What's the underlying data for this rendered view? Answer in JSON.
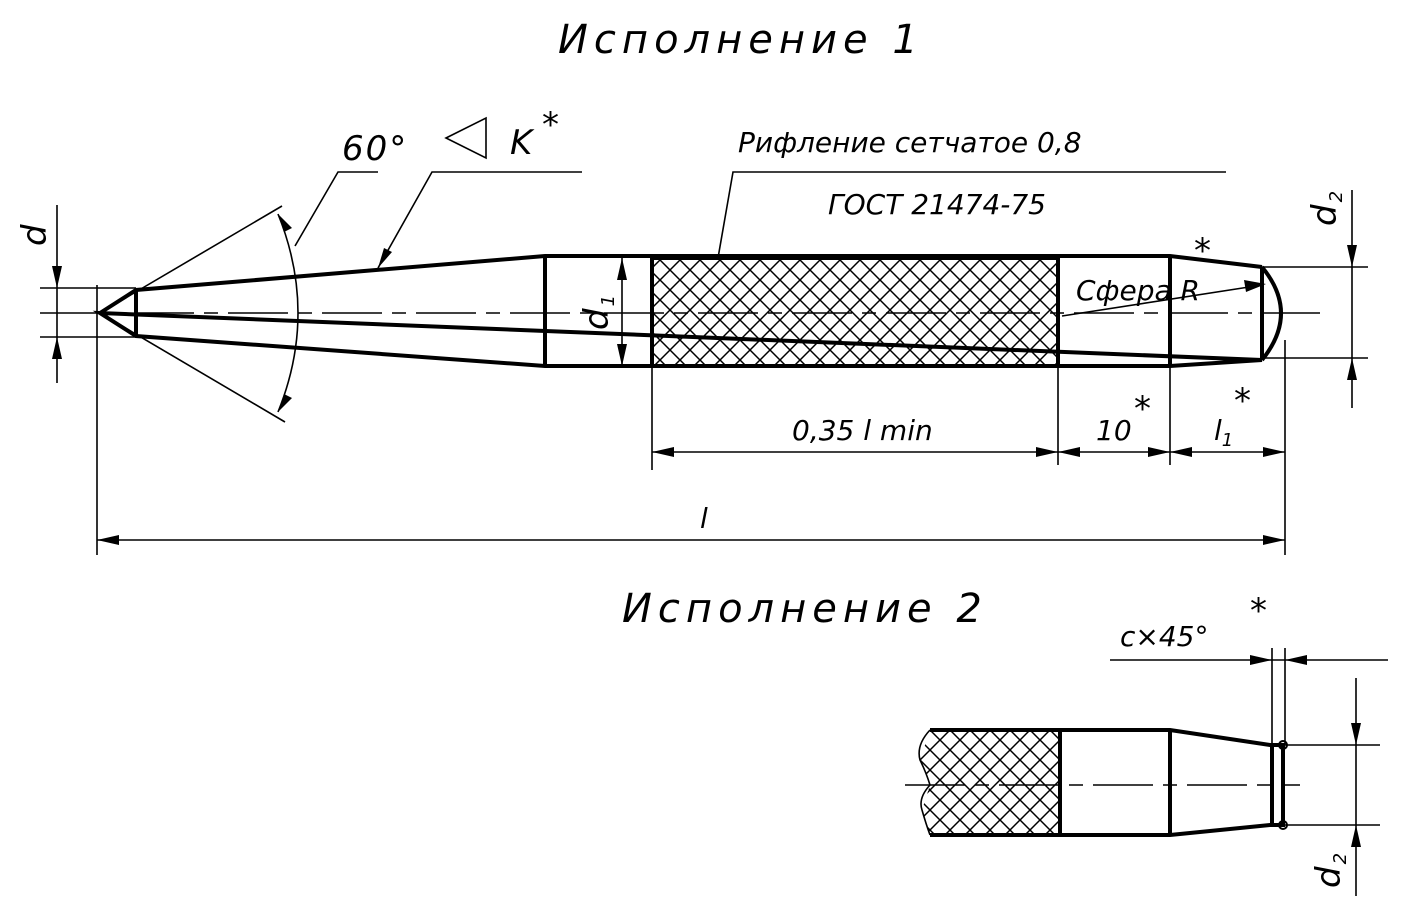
{
  "variant1": {
    "title": "Исполнение 1",
    "angle_label": "60°",
    "roughness_label": "K",
    "star": "*",
    "knurl_note_line1": "Рифление сетчатое 0,8",
    "knurl_note_line2": "ГОСТ 21474-75",
    "sphere_label": "Сфера R",
    "dims": {
      "d": "d",
      "d1": "d",
      "d1_sub": "1",
      "d2": "d",
      "d2_sub": "2",
      "knurl_length": "0,35 l min",
      "ten": "10",
      "l1": "l",
      "l1_sub": "1",
      "total_length": "l"
    }
  },
  "variant2": {
    "title": "Исполнение 2",
    "chamfer_label": "c×45°",
    "star": "*",
    "d2": "d",
    "d2_sub": "2"
  },
  "colors": {
    "ink": "#000000",
    "paper": "#ffffff"
  }
}
